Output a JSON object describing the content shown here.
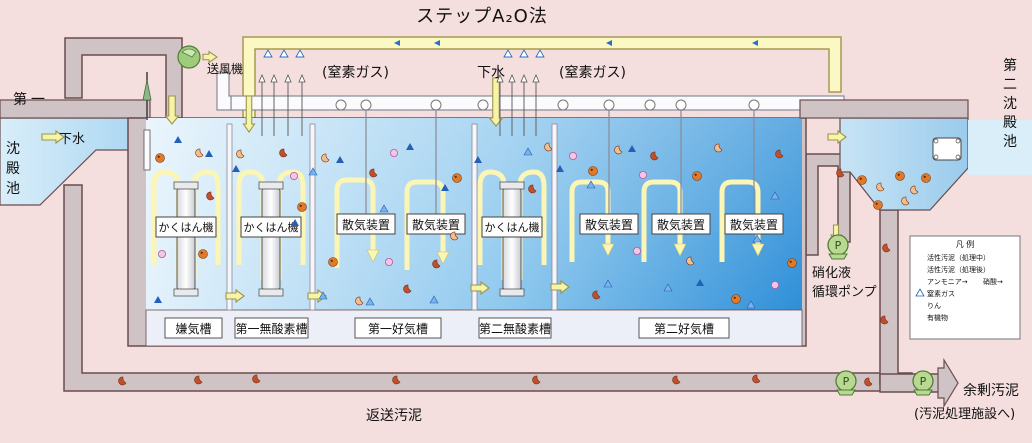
{
  "title": "ステップA₂O法",
  "primary_clarifier": [
    "第",
    "一",
    "沈",
    "殿",
    "池"
  ],
  "secondary_clarifier": [
    "第",
    "二",
    "沈",
    "殿",
    "池"
  ],
  "blower": "送風機",
  "nitrogen_gas": "(窒素ガス)",
  "inflow_label": "下水",
  "mixer_label": "かくはん機",
  "aerator_label": "散気装置",
  "tanks": [
    "嫌気槽",
    "第一無酸素槽",
    "第一好気槽",
    "第二無酸素槽",
    "第二好気槽"
  ],
  "recycle_pump": [
    "硝化液",
    "循環ポンプ"
  ],
  "return_sludge": "返送汚泥",
  "excess_sludge": [
    "余剰汚泥",
    "(汚泥処理施設へ)"
  ],
  "pump_symbol": "P",
  "legend": {
    "title": "凡 例",
    "items": [
      {
        "key": "active-before",
        "label": "活性汚泥（処理中）"
      },
      {
        "key": "active-after",
        "label": "活性汚泥（処理後）"
      },
      {
        "key": "ammonia",
        "label": "アンモニア→"
      },
      {
        "key": "nitrate",
        "label": "硝酸→"
      },
      {
        "key": "n2",
        "label": "窒素ガス"
      },
      {
        "key": "phosphorus",
        "label": "りん"
      },
      {
        "key": "organic",
        "label": "有機物"
      }
    ]
  },
  "colors": {
    "background": "#f4dede",
    "pipe_fill": "#d0c3c5",
    "pipe_stroke": "#6a4d4f",
    "water_light": "#d6ecf8",
    "water_dark": "#2f8fd7",
    "arrow_fill": "#f6f4a8",
    "arrow_stroke": "#9c944e",
    "pump_fill": "#b9d993",
    "pump_stroke": "#4f7d35"
  }
}
